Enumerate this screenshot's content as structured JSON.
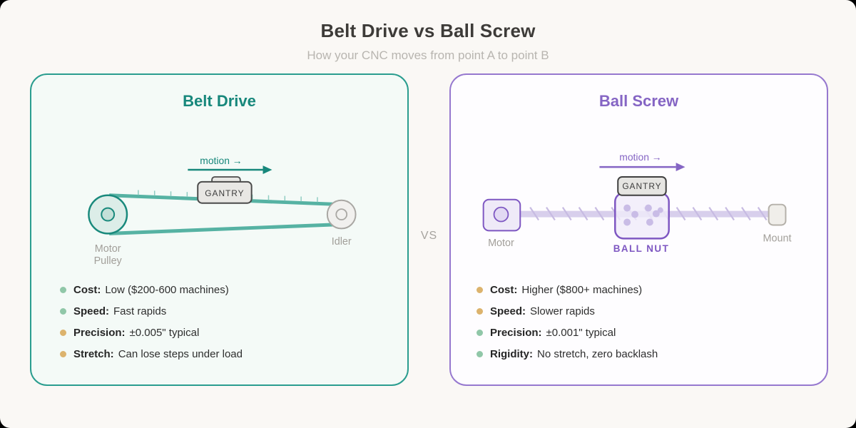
{
  "header": {
    "title": "Belt Drive vs Ball Screw",
    "subtitle": "How your CNC moves from point A to point B"
  },
  "vs_label": "VS",
  "dot_colors": {
    "green": "#90c7a8",
    "amber": "#dcb36d"
  },
  "panels": {
    "belt": {
      "title": "Belt Drive",
      "accent": "#17877b",
      "border": "#2a9d8f",
      "motion_label": "motion →",
      "gantry_label": "GANTRY",
      "motor_label_line1": "Motor",
      "motor_label_line2": "Pulley",
      "idler_label": "Idler",
      "bullets": [
        {
          "dot": "green",
          "label": "Cost:",
          "text": "Low ($200-600 machines)"
        },
        {
          "dot": "green",
          "label": "Speed:",
          "text": "Fast rapids"
        },
        {
          "dot": "amber",
          "label": "Precision:",
          "text": "±0.005\" typical"
        },
        {
          "dot": "amber",
          "label": "Stretch:",
          "text": "Can lose steps under load"
        }
      ]
    },
    "ballscrew": {
      "title": "Ball Screw",
      "accent": "#8565c4",
      "border": "#9678cf",
      "motion_label": "motion →",
      "gantry_label": "GANTRY",
      "ball_nut_label": "BALL NUT",
      "motor_label": "Motor",
      "mount_label": "Mount",
      "bullets": [
        {
          "dot": "amber",
          "label": "Cost:",
          "text": "Higher ($800+ machines)"
        },
        {
          "dot": "amber",
          "label": "Speed:",
          "text": "Slower rapids"
        },
        {
          "dot": "green",
          "label": "Precision:",
          "text": "±0.001\" typical"
        },
        {
          "dot": "green",
          "label": "Rigidity:",
          "text": "No stretch, zero backlash"
        }
      ]
    }
  }
}
